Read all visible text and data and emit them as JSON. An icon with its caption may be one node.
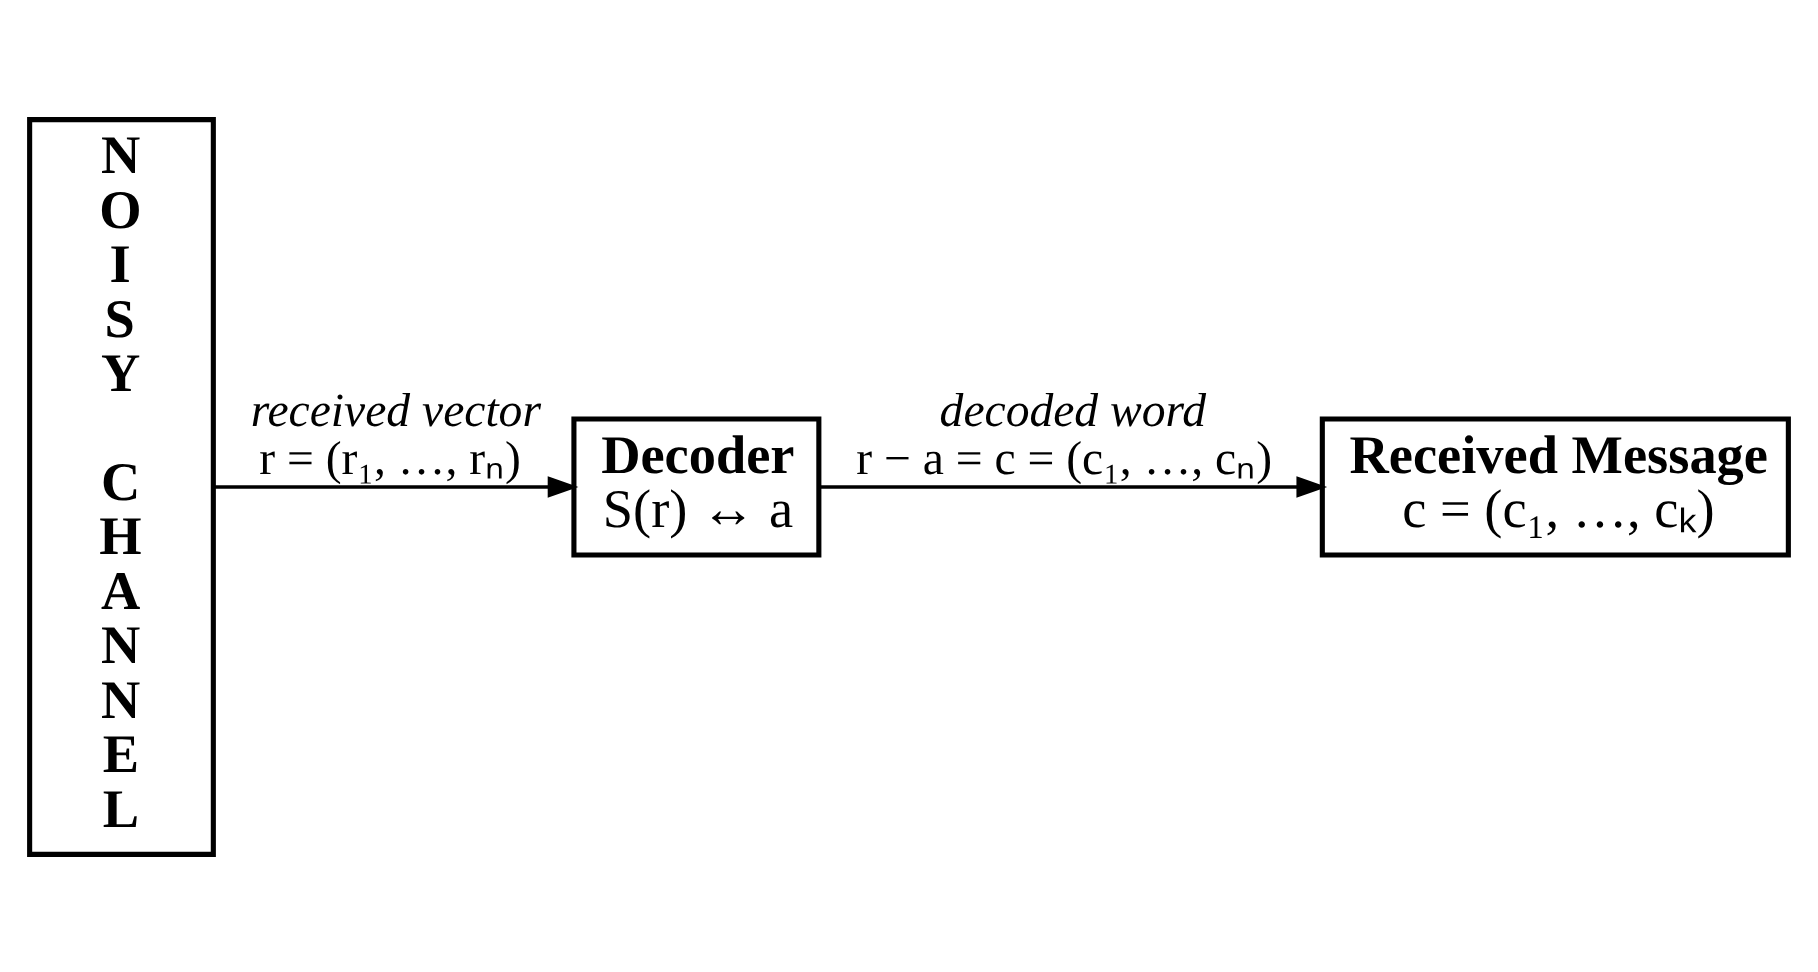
{
  "diagram": {
    "nodes": [
      {
        "text": [
          "NOISY CHANNEL"
        ]
      },
      {
        "text": [
          "Decoder",
          "S(r) ↔ a"
        ]
      },
      {
        "text": [
          "Received Message",
          "c = (c₁, …, cₖ)"
        ]
      }
    ],
    "edges": [
      {
        "from": 0,
        "to": 1,
        "arrow": "to",
        "label": "received vector"
      },
      {
        "from": 1,
        "to": 2,
        "arrow": "to",
        "label": "decoded word"
      }
    ],
    "labels": [
      "r = (r₁, …, rₙ)",
      "r − a = c = (c₁, …, cₙ)"
    ]
  }
}
